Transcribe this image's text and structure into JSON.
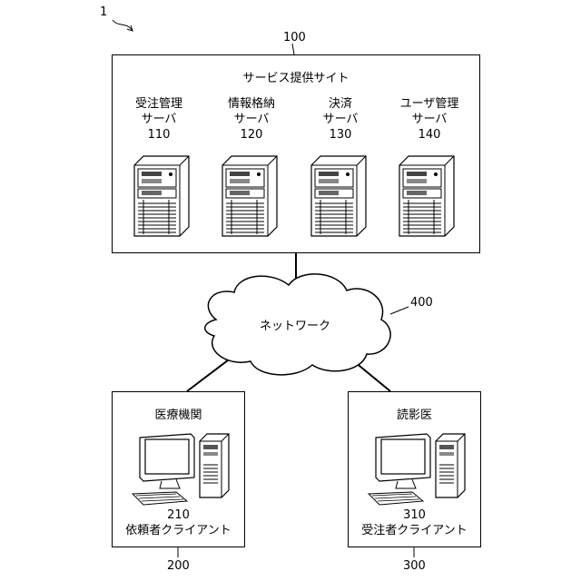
{
  "figure_ref": "1",
  "service_site": {
    "ref": "100",
    "title": "サービス提供サイト",
    "servers": [
      {
        "name": "受注管理",
        "sub": "サーバ",
        "ref": "110"
      },
      {
        "name": "情報格納",
        "sub": "サーバ",
        "ref": "120"
      },
      {
        "name": "決済",
        "sub": "サーバ",
        "ref": "130"
      },
      {
        "name": "ユーザ管理",
        "sub": "サーバ",
        "ref": "140"
      }
    ]
  },
  "network": {
    "ref": "400",
    "label": "ネットワーク"
  },
  "medical_institution": {
    "ref": "200",
    "title": "医療機関",
    "client_ref": "210",
    "client_label": "依頼者クライアント"
  },
  "radiologist": {
    "ref": "300",
    "title": "読影医",
    "client_ref": "310",
    "client_label": "受注者クライアント"
  }
}
